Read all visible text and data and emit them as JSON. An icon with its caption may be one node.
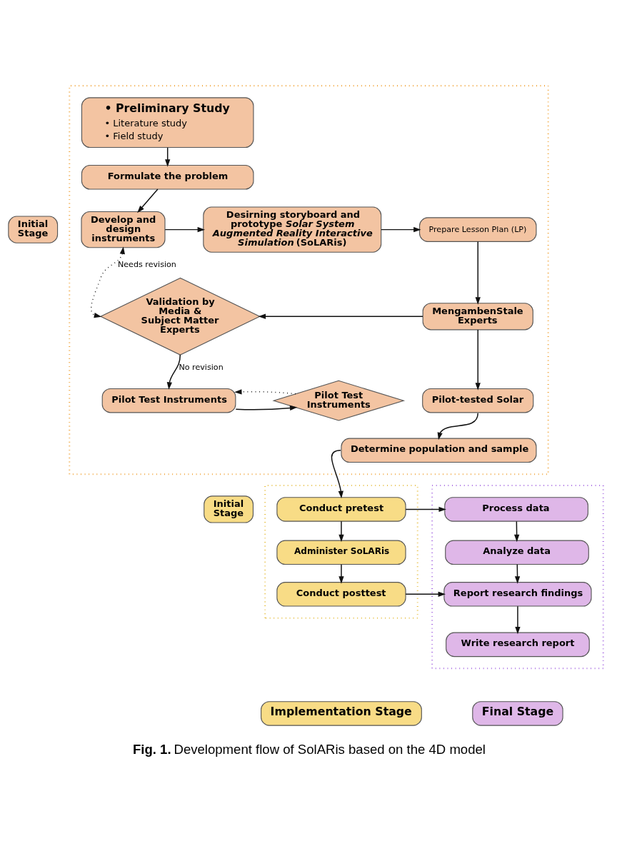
{
  "diagram": {
    "caption": "**Fig. 1.** Development flow of SolARis based on the 4D model",
    "nodes": [
      {
        "text": [],
        "shape": "box"
      },
      {
        "text": [
          "• Preliminary Study",
          "• Literature study",
          "• Field study"
        ],
        "in": 0
      },
      {
        "text": [
          "Formulate the problem"
        ],
        "in": 0
      },
      {
        "text": [
          "Initial Stage"
        ]
      },
      {
        "text": [
          "Develop and design instruments"
        ],
        "in": 0
      },
      {
        "text": [
          "Desirning storyboard and prototype *Solar System Augmented Reality Interactive Simulation* (SoLARis)"
        ],
        "in": 0
      },
      {
        "text": [
          "Prepare Lesson Plan (LP)"
        ],
        "in": 0
      },
      {
        "text": [
          "Validation by Media & Subject Matter Experts"
        ],
        "in": 0
      },
      {
        "text": [
          "MengambenStale Experts"
        ],
        "in": 0
      },
      {
        "text": [
          "Pilot Test Instruments"
        ],
        "in": 0
      },
      {
        "text": [
          "Pilot Test Instruments"
        ],
        "in": 0
      },
      {
        "text": [
          "Pilot-tested Solar"
        ],
        "in": 0
      },
      {
        "text": [
          "Determine population and sample"
        ],
        "in": 0
      },
      {
        "text": [],
        "shape": "box"
      },
      {
        "text": [
          "Initial Stage"
        ]
      },
      {
        "text": [
          "Conduct pretest"
        ],
        "in": 13
      },
      {
        "text": [
          "Administer SoLARis"
        ],
        "in": 13
      },
      {
        "text": [
          "Conduct posttest"
        ],
        "in": 13
      },
      {
        "text": [],
        "shape": "box"
      },
      {
        "text": [
          "Process data"
        ],
        "in": 18
      },
      {
        "text": [
          "Analyze data"
        ],
        "in": 18
      },
      {
        "text": [
          "Report research findings"
        ],
        "in": 18
      },
      {
        "text": [
          "Write research report"
        ],
        "in": 18
      },
      {
        "text": [
          "Implementation Stage"
        ]
      },
      {
        "text": [
          "Final Stage"
        ]
      }
    ],
    "edges": [
      {
        "from": 1,
        "to": 2,
        "arrow": "to"
      },
      {
        "from": 2,
        "to": 4,
        "arrow": "to"
      },
      {
        "from": 4,
        "to": 5,
        "arrow": "to"
      },
      {
        "from": 5,
        "to": 6,
        "arrow": "to"
      },
      {
        "from": 6,
        "to": 8,
        "arrow": "to"
      },
      {
        "from": 8,
        "to": 7,
        "arrow": "to"
      },
      {
        "from": 4,
        "to": 7,
        "arrow": "both",
        "style": "dashed",
        "label": "Needs revision"
      },
      {
        "from": 7,
        "to": 9,
        "arrow": "to",
        "label": "No revision"
      },
      {
        "from": 8,
        "to": 11,
        "arrow": "to"
      },
      {
        "from": 9,
        "to": 10,
        "arrow": "to"
      },
      {
        "from": 10,
        "to": 9,
        "arrow": "to",
        "style": "dashed"
      },
      {
        "from": 11,
        "to": 12,
        "arrow": "to"
      },
      {
        "from": 12,
        "to": 15,
        "arrow": "to"
      },
      {
        "from": 15,
        "to": 16,
        "arrow": "to"
      },
      {
        "from": 16,
        "to": 17,
        "arrow": "to"
      },
      {
        "from": 15,
        "to": 19,
        "arrow": "to"
      },
      {
        "from": 17,
        "to": 21,
        "arrow": "to"
      },
      {
        "from": 19,
        "to": 20,
        "arrow": "to"
      },
      {
        "from": 20,
        "to": 21,
        "arrow": "to"
      },
      {
        "from": 21,
        "to": 22,
        "arrow": "to"
      }
    ]
  }
}
